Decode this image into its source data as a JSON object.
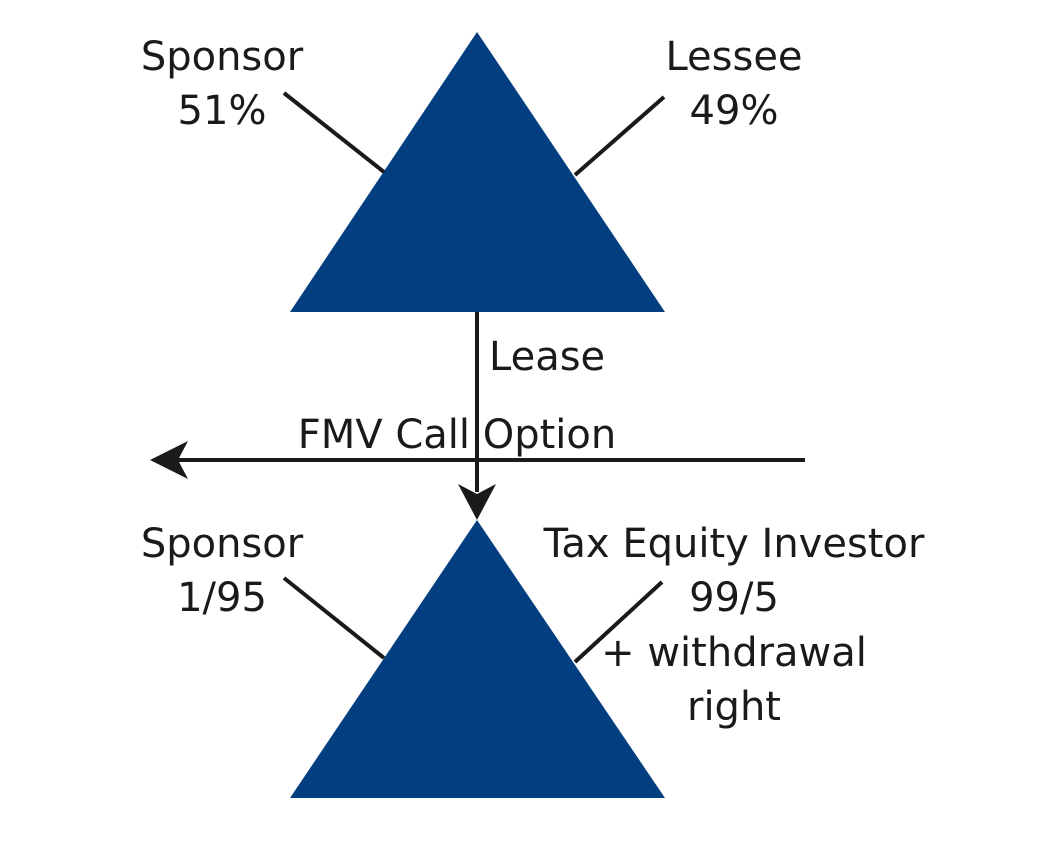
{
  "colors": {
    "triangle": "#023e80",
    "line": "#1a1a1a",
    "background": "#ffffff"
  },
  "top_entity": {
    "left_owner": {
      "name": "Sponsor",
      "share": "51%"
    },
    "right_owner": {
      "name": "Lessee",
      "share": "49%"
    }
  },
  "bottom_entity": {
    "left_owner": {
      "name": "Sponsor",
      "share": "1/95"
    },
    "right_owner": {
      "name": "Tax Equity Investor",
      "share": "99/5",
      "note_line1": "+ withdrawal",
      "note_line2": "right"
    }
  },
  "arrows": {
    "lease_label": "Lease",
    "call_option_label": "FMV Call Option"
  }
}
